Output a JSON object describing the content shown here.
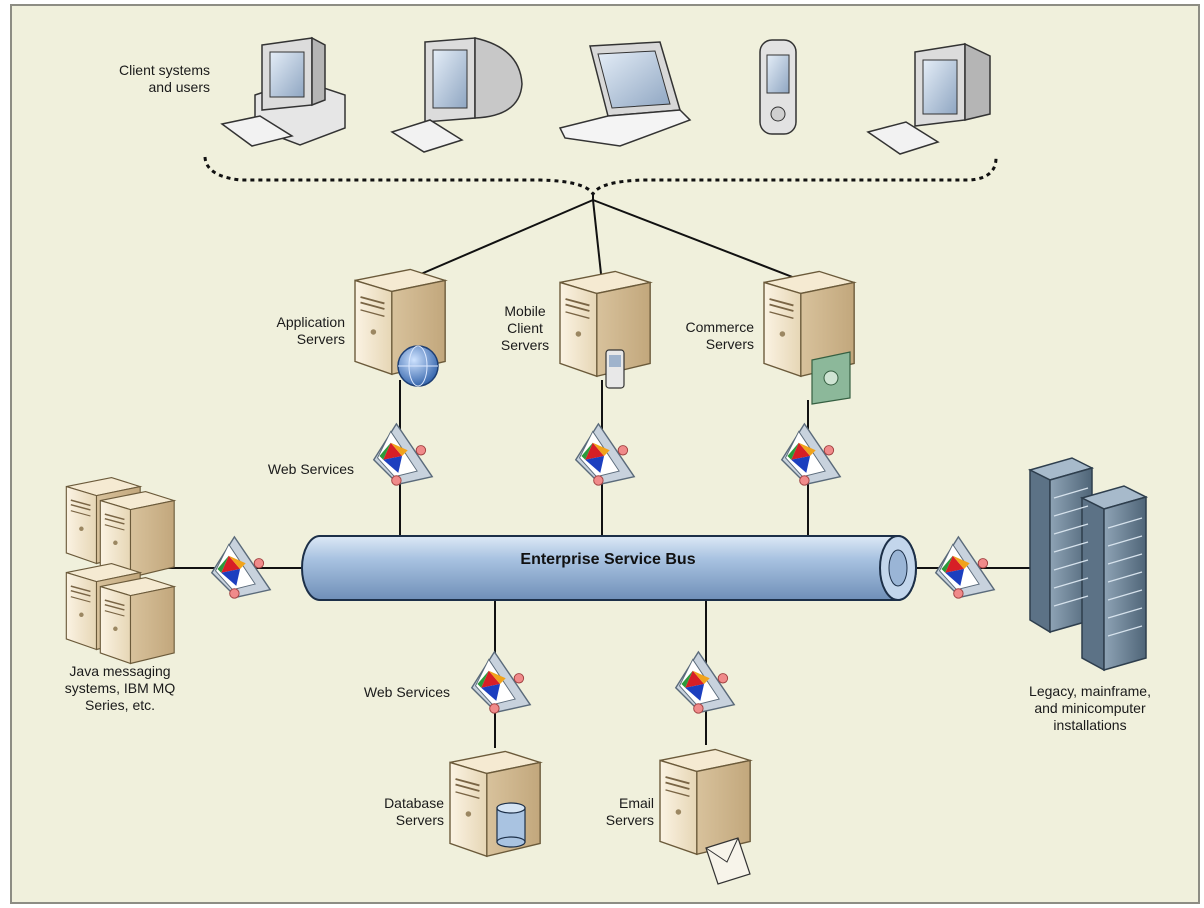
{
  "labels": {
    "clients": "Client systems\nand users",
    "app_servers": "Application\nServers",
    "mobile_servers": "Mobile\nClient\nServers",
    "commerce_servers": "Commerce\nServers",
    "web_services_top": "Web Services",
    "web_services_bottom": "Web Services",
    "esb": "Enterprise Service Bus",
    "java_messaging": "Java messaging\nsystems, IBM MQ\nSeries, etc.",
    "legacy": "Legacy, mainframe,\nand minicomputer\ninstallations",
    "database_servers": "Database\nServers",
    "email_servers": "Email\nServers"
  },
  "colors": {
    "background": "#f0f0dc",
    "bus": "#a9c3e1",
    "server_body": "#efe2c7",
    "connector": "#111111"
  },
  "icons": {
    "clients": [
      "desktop-tower-icon",
      "crt-monitor-icon",
      "laptop-icon",
      "pda-icon",
      "desktop-monitor-icon"
    ],
    "servers": [
      "globe-icon",
      "mobile-phone-icon",
      "money-icon",
      "database-icon",
      "envelope-icon"
    ],
    "adapter": "web-service-adapter-icon",
    "legacy": "rack-server-icon"
  }
}
